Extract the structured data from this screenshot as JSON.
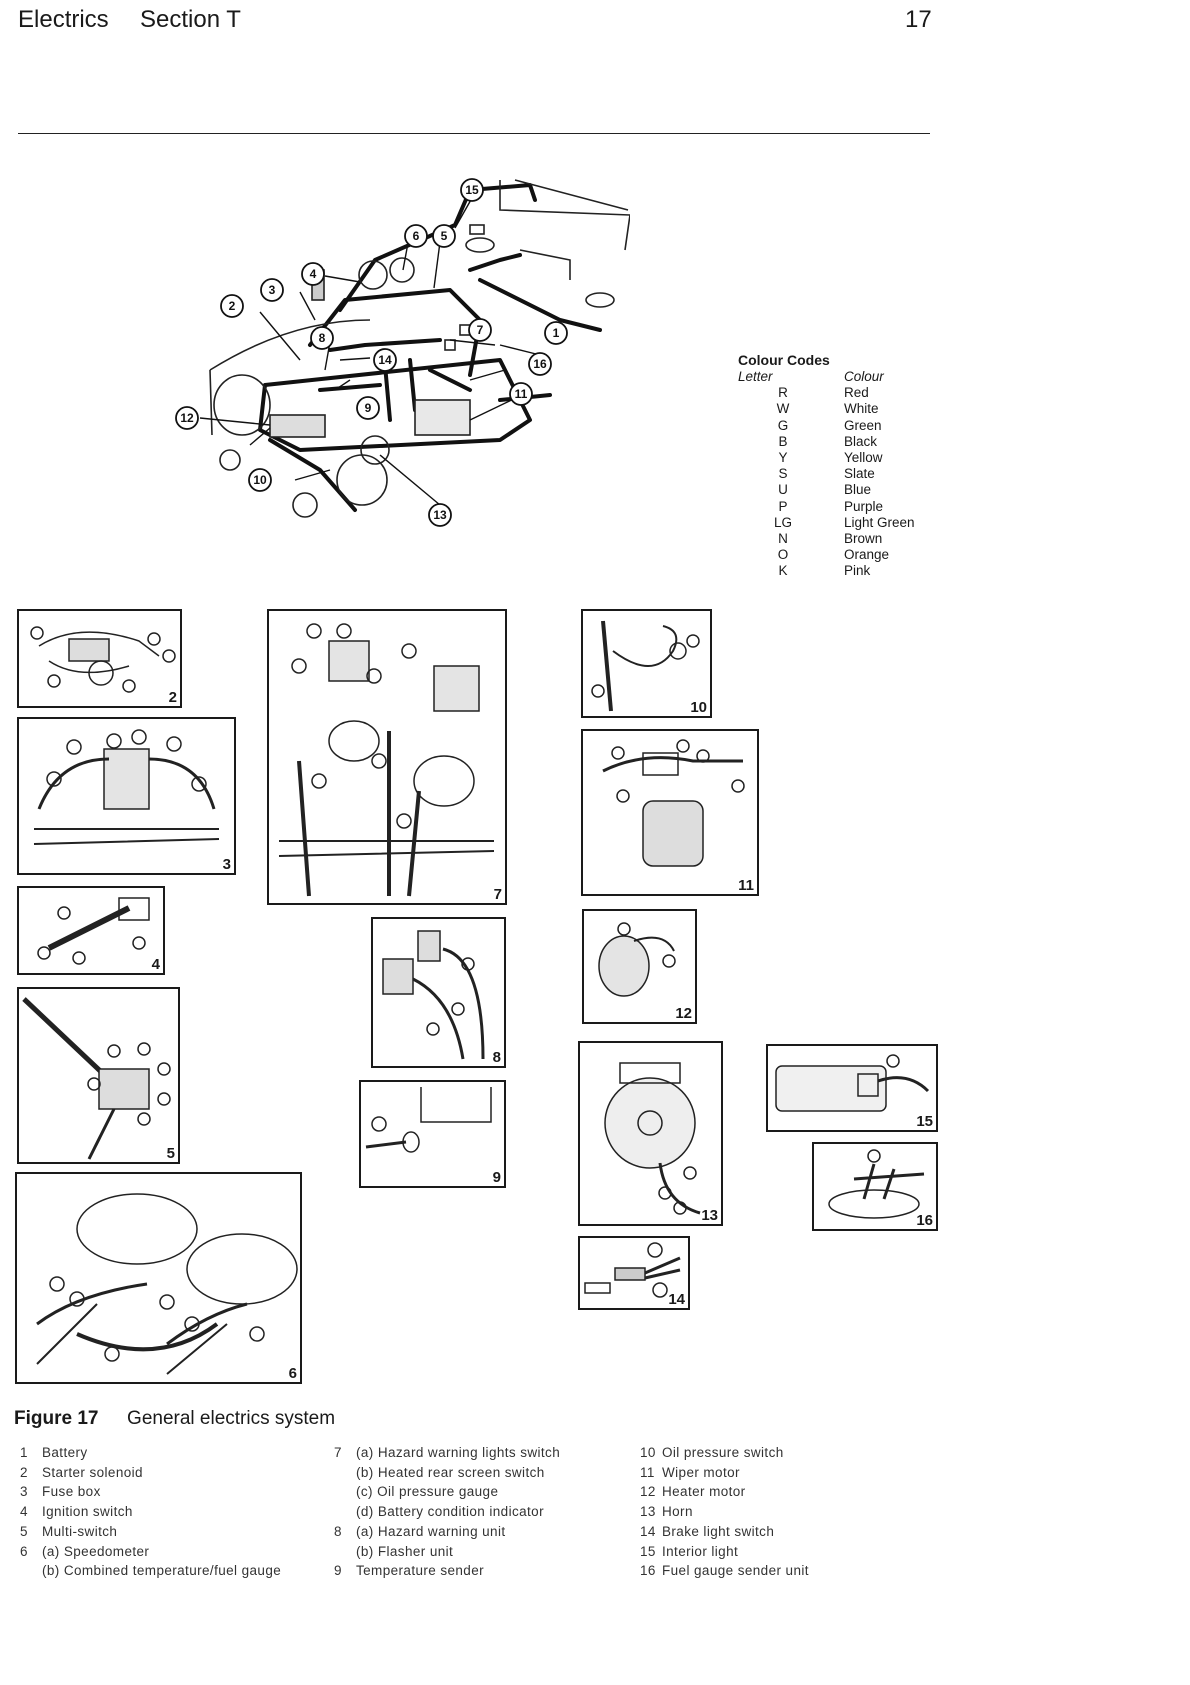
{
  "header": {
    "title": "Electrics",
    "section": "Section T",
    "page_number": "17"
  },
  "main_diagram": {
    "callouts": [
      "1",
      "2",
      "3",
      "4",
      "5",
      "6",
      "7",
      "8",
      "9",
      "10",
      "11",
      "12",
      "13",
      "14",
      "15",
      "16"
    ]
  },
  "colour_codes": {
    "title": "Colour Codes",
    "letter_header": "Letter",
    "colour_header": "Colour",
    "rows": [
      {
        "letter": "R",
        "colour": "Red"
      },
      {
        "letter": "W",
        "colour": "White"
      },
      {
        "letter": "G",
        "colour": "Green"
      },
      {
        "letter": "B",
        "colour": "Black"
      },
      {
        "letter": "Y",
        "colour": "Yellow"
      },
      {
        "letter": "S",
        "colour": "Slate"
      },
      {
        "letter": "U",
        "colour": "Blue"
      },
      {
        "letter": "P",
        "colour": "Purple"
      },
      {
        "letter": "LG",
        "colour": "Light Green"
      },
      {
        "letter": "N",
        "colour": "Brown"
      },
      {
        "letter": "O",
        "colour": "Orange"
      },
      {
        "letter": "K",
        "colour": "Pink"
      }
    ]
  },
  "detail_panels": [
    "2",
    "3",
    "4",
    "5",
    "6",
    "7",
    "8",
    "9",
    "10",
    "11",
    "12",
    "13",
    "14",
    "15",
    "16"
  ],
  "figure": {
    "label": "Figure 17",
    "title": "General electrics system",
    "col1": [
      {
        "n": "1",
        "text": "Battery"
      },
      {
        "n": "2",
        "text": "Starter solenoid"
      },
      {
        "n": "3",
        "text": "Fuse box"
      },
      {
        "n": "4",
        "text": "Ignition switch"
      },
      {
        "n": "5",
        "text": "Multi-switch"
      },
      {
        "n": "6",
        "text": "(a) Speedometer"
      },
      {
        "n": "",
        "text": "(b) Combined temperature/fuel gauge"
      }
    ],
    "col2": [
      {
        "n": "7",
        "text": "(a) Hazard warning lights switch"
      },
      {
        "n": "",
        "text": "(b) Heated rear screen switch"
      },
      {
        "n": "",
        "text": "(c) Oil pressure gauge"
      },
      {
        "n": "",
        "text": "(d) Battery condition indicator"
      },
      {
        "n": "8",
        "text": "(a) Hazard warning unit"
      },
      {
        "n": "",
        "text": "(b) Flasher unit"
      },
      {
        "n": "9",
        "text": "Temperature sender"
      }
    ],
    "col3": [
      {
        "n": "10",
        "text": "Oil pressure switch"
      },
      {
        "n": "11",
        "text": "Wiper motor"
      },
      {
        "n": "12",
        "text": "Heater motor"
      },
      {
        "n": "13",
        "text": "Horn"
      },
      {
        "n": "14",
        "text": "Brake light switch"
      },
      {
        "n": "15",
        "text": "Interior light"
      },
      {
        "n": "16",
        "text": "Fuel gauge sender unit"
      }
    ]
  }
}
